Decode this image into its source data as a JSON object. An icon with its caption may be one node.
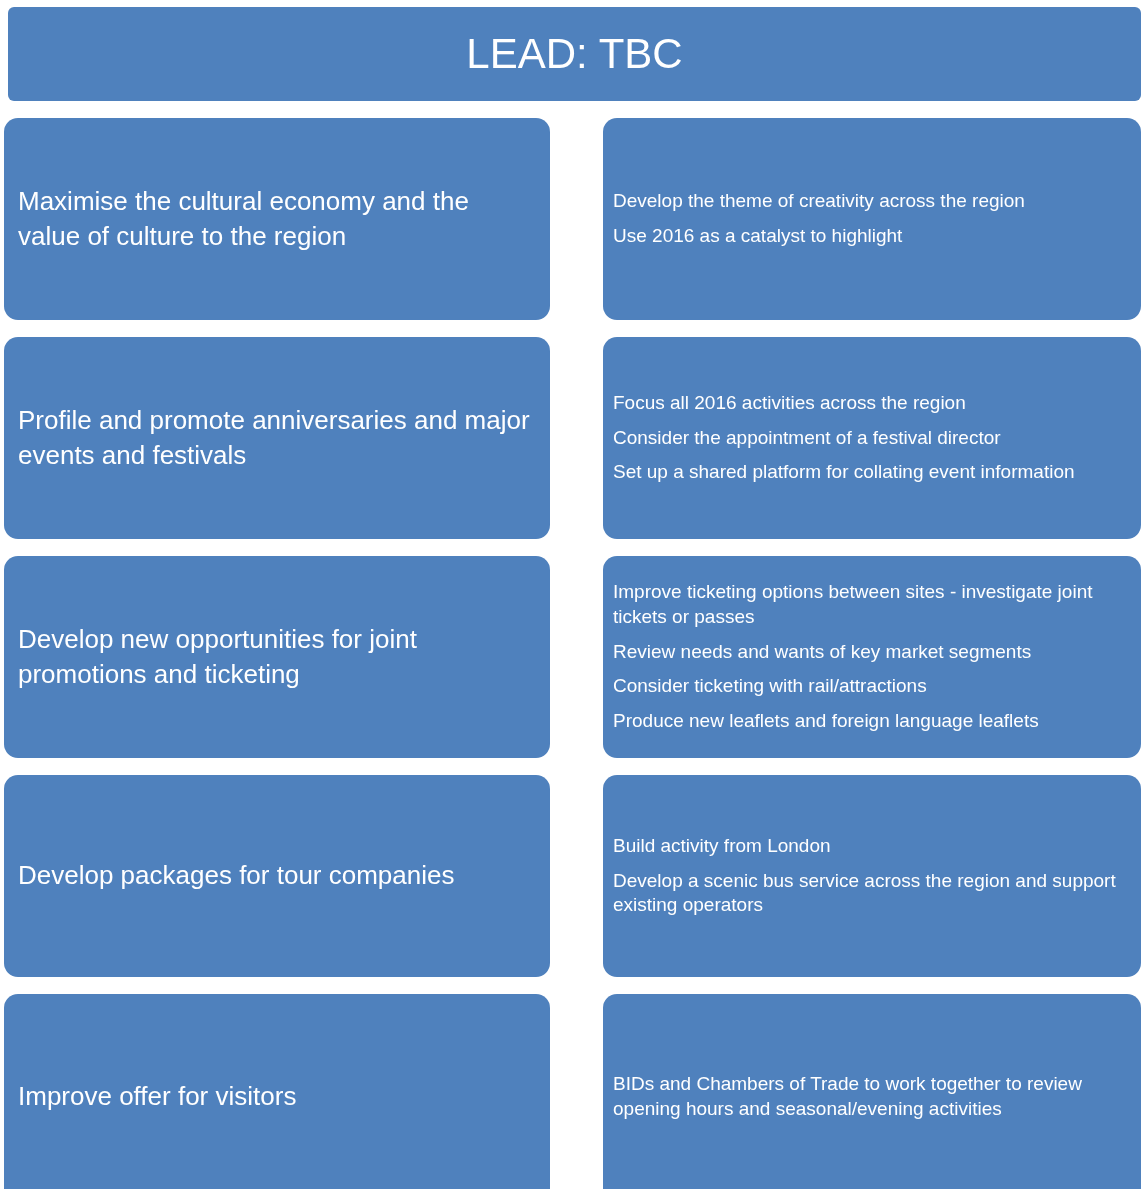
{
  "diagram": {
    "nodes": [
      {
        "text": [
          "LEAD: TBC"
        ]
      },
      {
        "text": [
          "Maximise the cultural economy and the value of culture to the region"
        ]
      },
      {
        "text": [
          "Develop the theme of creativity across the region",
          "Use 2016 as a catalyst to highlight"
        ]
      },
      {
        "text": [
          "Profile and promote anniversaries and major events and festivals"
        ]
      },
      {
        "text": [
          "Focus all 2016 activities across the region",
          "Consider the appointment of a festival director",
          "Set up a shared platform for collating event information"
        ]
      },
      {
        "text": [
          "Develop new opportunities for joint promotions and ticketing"
        ]
      },
      {
        "text": [
          "Improve ticketing options between sites - investigate joint tickets or passes",
          "Review needs and wants of key market segments",
          "Consider ticketing with rail/attractions",
          "Produce new leaflets and foreign language leaflets"
        ]
      },
      {
        "text": [
          "Develop packages for tour companies"
        ]
      },
      {
        "text": [
          "Build activity from London",
          "Develop a scenic bus service across the region and support existing operators"
        ]
      },
      {
        "text": [
          "Improve offer for visitors"
        ]
      },
      {
        "text": [
          "BIDs and Chambers of Trade to work together to review opening hours and seasonal/evening activities"
        ]
      }
    ]
  }
}
